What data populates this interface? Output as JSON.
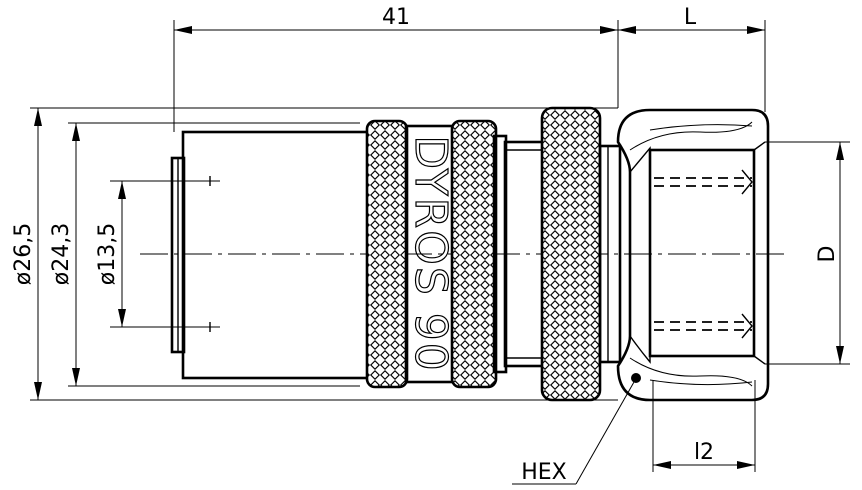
{
  "dimensions": {
    "length_overall": "41",
    "length_nut": "L",
    "dia_outer": "ø26,5",
    "dia_body": "ø24,3",
    "dia_bore": "ø13,5",
    "thread_dia": "D",
    "thread_length": "l2",
    "hex_label": "HEX"
  },
  "product": {
    "engraving": "DYROS 90"
  }
}
